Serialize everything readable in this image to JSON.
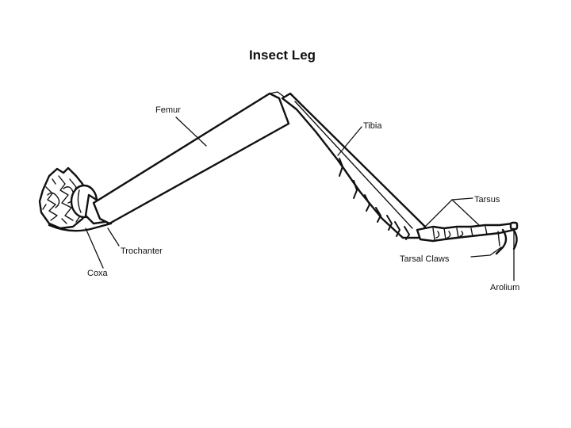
{
  "diagram": {
    "title": "Insect Leg",
    "labels": {
      "femur": "Femur",
      "tibia": "Tibia",
      "tarsus": "Tarsus",
      "trochanter": "Trochanter",
      "coxa": "Coxa",
      "tarsal_claws": "Tarsal Claws",
      "arolium": "Arolium"
    }
  }
}
